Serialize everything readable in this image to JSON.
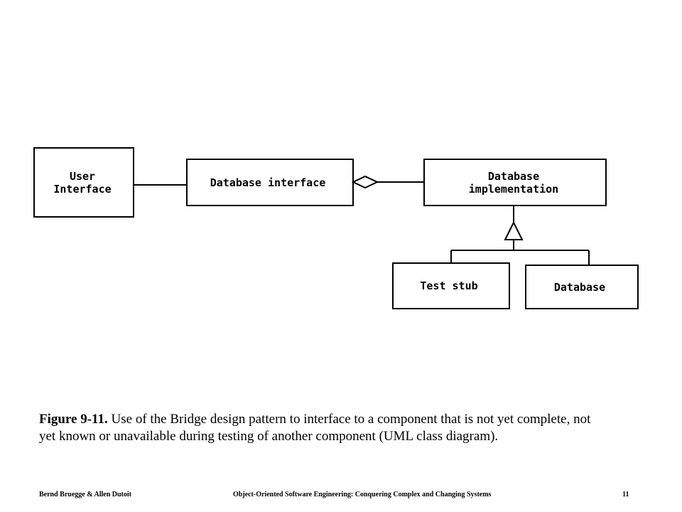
{
  "diagram": {
    "classes": {
      "user_interface": [
        "User",
        "Interface"
      ],
      "database_interface": [
        "Database interface"
      ],
      "database_implementation": [
        "Database",
        "implementation"
      ],
      "test_stub": [
        "Test stub"
      ],
      "database": [
        "Database"
      ]
    },
    "relationships": [
      {
        "type": "association",
        "from": "User Interface",
        "to": "Database interface"
      },
      {
        "type": "aggregation",
        "from": "Database implementation",
        "to": "Database interface"
      },
      {
        "type": "generalization",
        "from": "Test stub",
        "to": "Database implementation"
      },
      {
        "type": "generalization",
        "from": "Database",
        "to": "Database implementation"
      }
    ]
  },
  "caption": {
    "figure_number": "Figure 9-11.",
    "text": " Use of the Bridge design pattern to interface to a component that is not yet complete, not yet known or unavailable during testing of another component (UML class diagram)."
  },
  "footer": {
    "authors": "Bernd Bruegge & Allen Dutoit",
    "book_title": "Object-Oriented Software Engineering: Conquering Complex and Changing Systems",
    "page_number": "11"
  }
}
